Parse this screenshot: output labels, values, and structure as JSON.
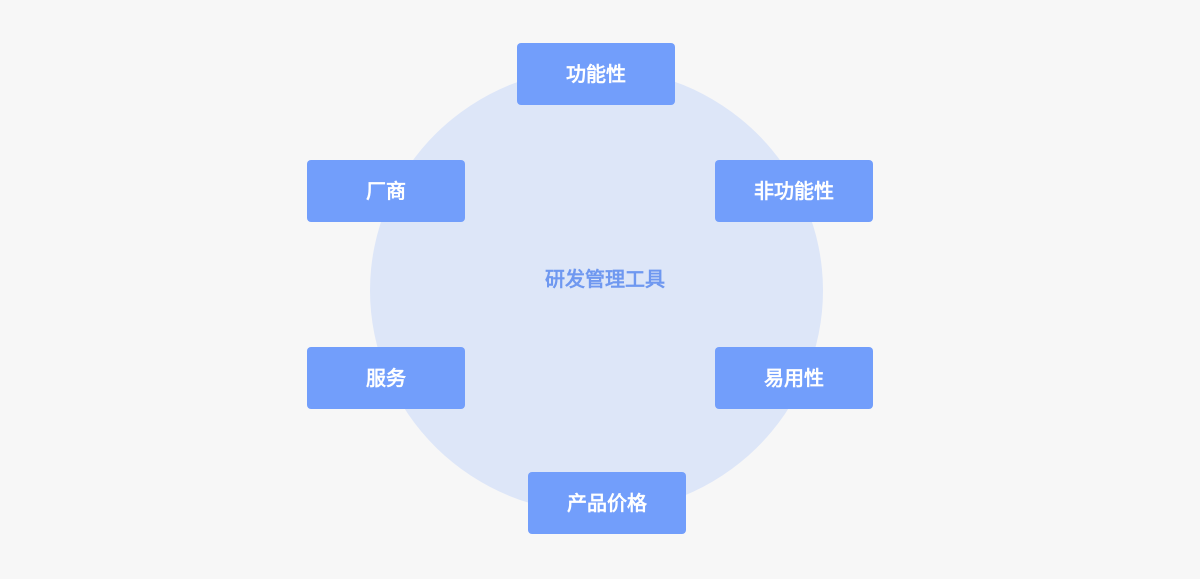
{
  "diagram": {
    "center": "研发管理工具",
    "nodes": {
      "functional": "功能性",
      "vendor": "厂商",
      "non_functional": "非功能性",
      "service": "服务",
      "usability": "易用性",
      "price": "产品价格"
    }
  },
  "colors": {
    "background": "#f7f7f7",
    "circle": "#dde6f8",
    "node": "#729efb",
    "center_text": "#6f98f0"
  }
}
